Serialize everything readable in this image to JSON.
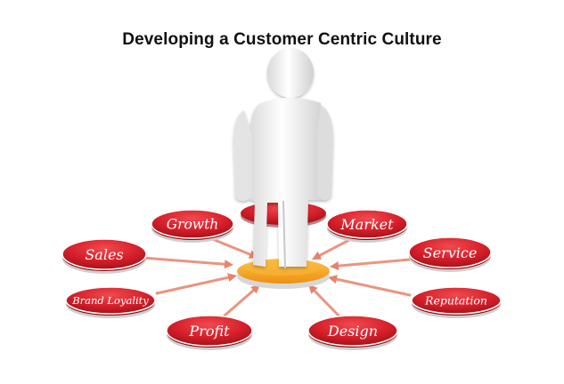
{
  "title": "Developing a Customer Centric Culture",
  "values": [
    "Growth",
    "Market",
    "Sales",
    "Service",
    "Brand Loyality",
    "Reputation",
    "Profit",
    "Design"
  ],
  "colors": {
    "pill": "#d61f2a",
    "pill_edge": "#8f0d14",
    "arrow": "#e8826a",
    "base": "#f2a21c",
    "figure": "#f1f1f1"
  }
}
